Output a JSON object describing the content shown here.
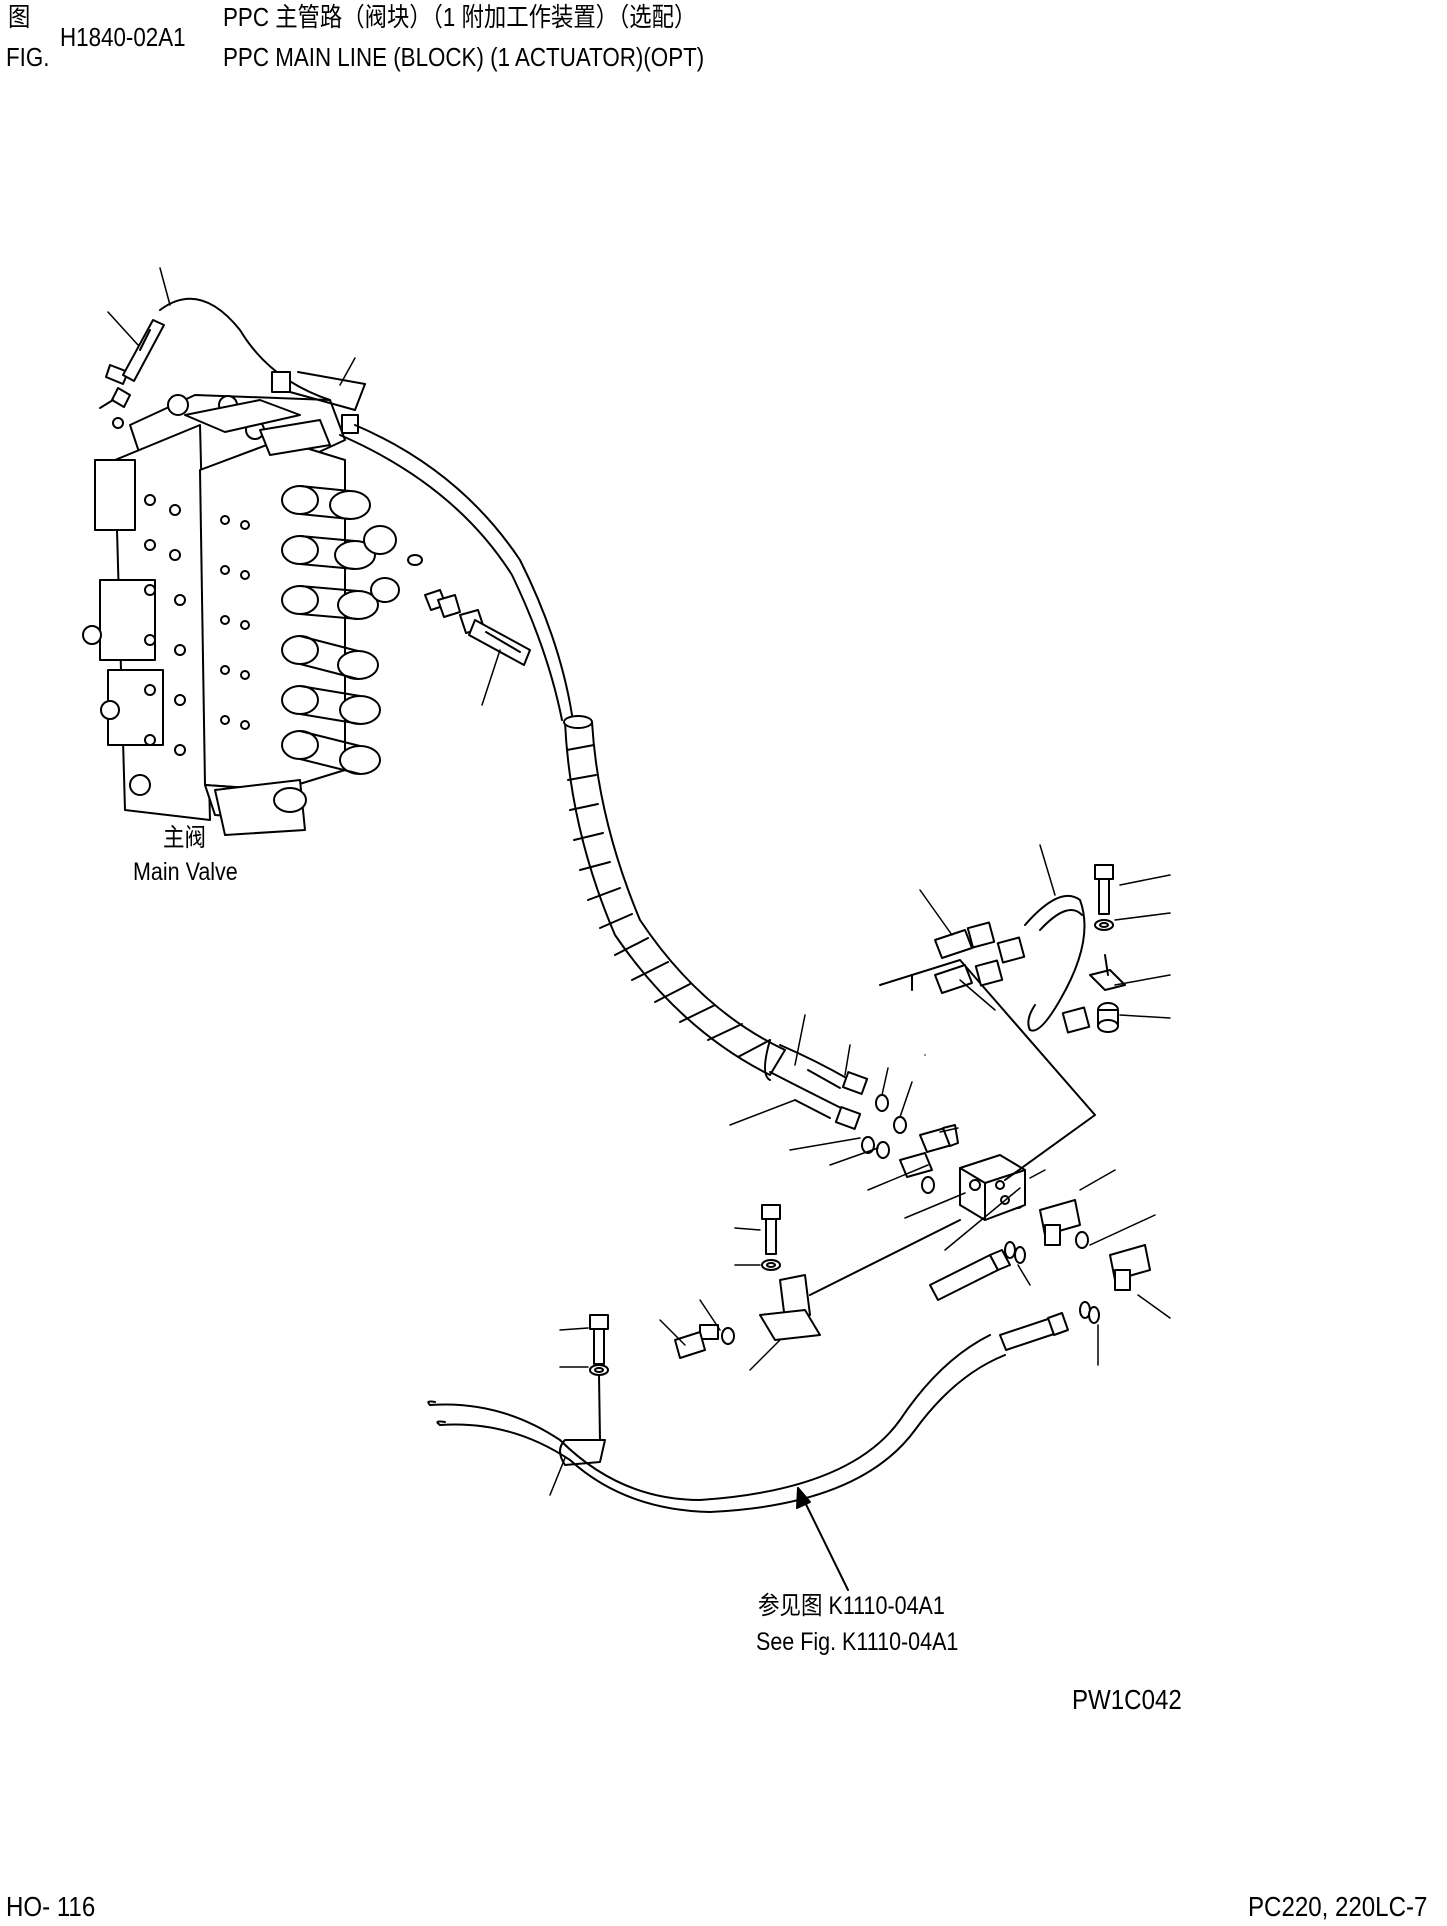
{
  "header": {
    "fig_label_cn": "图",
    "fig_label_en": "FIG.",
    "fig_number": "H1840-02A1",
    "title_cn": "PPC 主管路（阀块）（1 附加工作装置）（选配）",
    "title_en": "PPC MAIN LINE (BLOCK) (1 ACTUATOR)(OPT)"
  },
  "labels": {
    "main_valve_cn": "主阀",
    "main_valve_en": "Main Valve",
    "see_fig_cn": "参见图 K1110-04A1",
    "see_fig_en": "See Fig. K1110-04A1",
    "drawing_code": "PW1C042"
  },
  "footer": {
    "page_number": "HO- 116",
    "model": "PC220, 220LC-7"
  }
}
